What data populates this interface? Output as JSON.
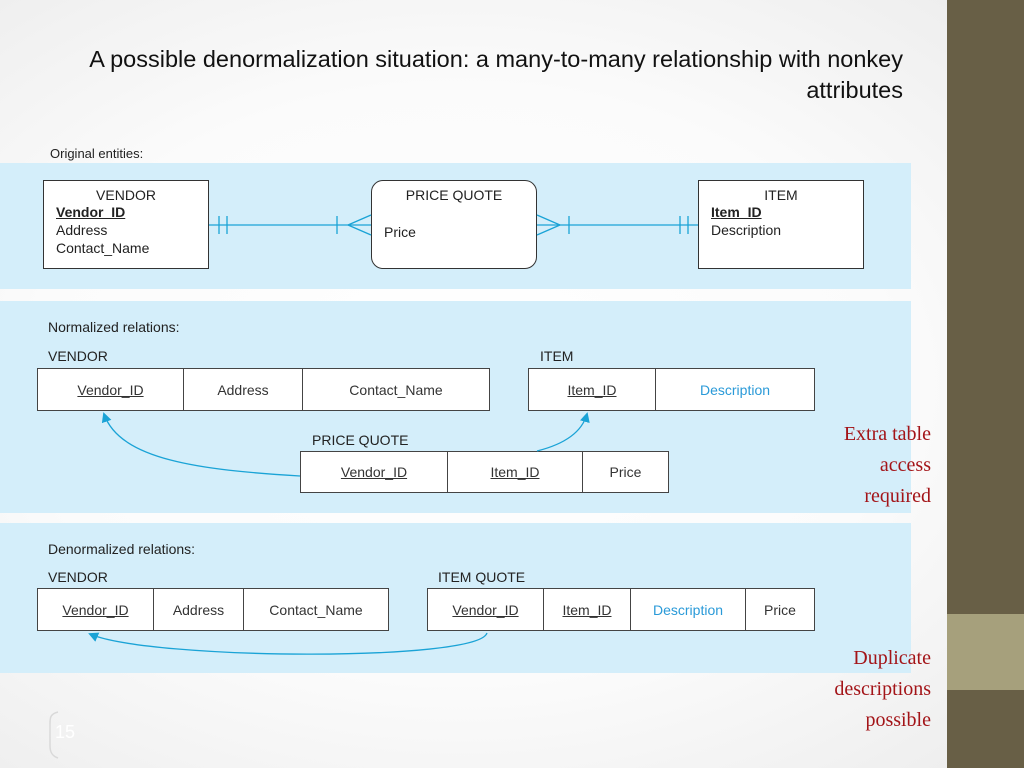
{
  "slide": {
    "title": "A possible denormalization situation: a many-to-many relationship with nonkey attributes",
    "page_number": "15"
  },
  "original": {
    "label": "Original entities:",
    "vendor": {
      "name": "VENDOR",
      "pk": "Vendor_ID",
      "attrs": [
        "Address",
        "Contact_Name"
      ]
    },
    "price_quote": {
      "name": "PRICE QUOTE",
      "attrs": [
        "Price"
      ]
    },
    "item": {
      "name": "ITEM",
      "pk": "Item_ID",
      "attrs": [
        "Description"
      ]
    }
  },
  "normalized": {
    "label": "Normalized relations:",
    "vendor": {
      "name": "VENDOR",
      "cols": [
        "Vendor_ID",
        "Address",
        "Contact_Name"
      ]
    },
    "item": {
      "name": "ITEM",
      "cols": [
        "Item_ID",
        "Description"
      ]
    },
    "price_quote": {
      "name": "PRICE QUOTE",
      "cols": [
        "Vendor_ID",
        "Item_ID",
        "Price"
      ]
    }
  },
  "denormalized": {
    "label": "Denormalized relations:",
    "vendor": {
      "name": "VENDOR",
      "cols": [
        "Vendor_ID",
        "Address",
        "Contact_Name"
      ]
    },
    "item_quote": {
      "name": "ITEM QUOTE",
      "cols": [
        "Vendor_ID",
        "Item_ID",
        "Description",
        "Price"
      ]
    }
  },
  "notes": {
    "extra_access": [
      "Extra table",
      "access",
      "required"
    ],
    "duplicates": [
      "Duplicate",
      "descriptions",
      "possible"
    ]
  },
  "colors": {
    "band": "#d4eefa",
    "arrow": "#1aa3d6",
    "highlight_text": "#2a9ad8",
    "note_text": "#a31418",
    "sidebar": "#685f46",
    "sidebar_accent": "#a6a07c"
  }
}
